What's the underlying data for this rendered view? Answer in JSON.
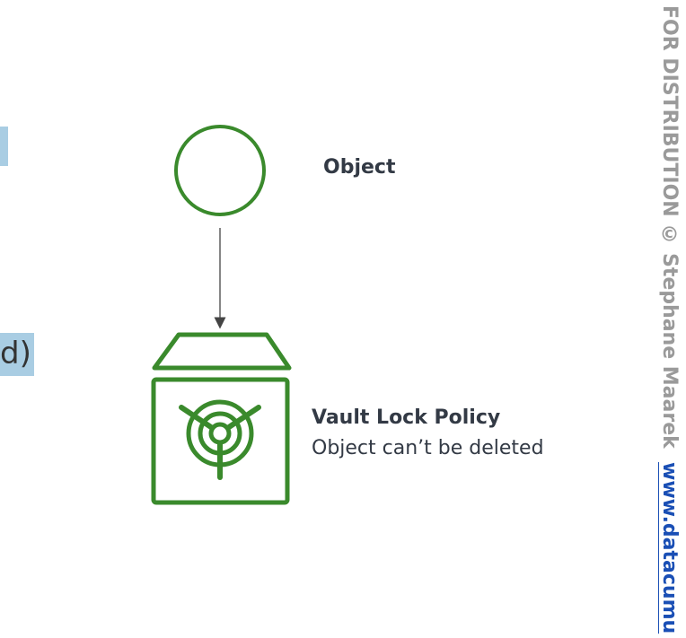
{
  "left_fragment": {
    "text": "d)"
  },
  "object": {
    "label": "Object"
  },
  "vault": {
    "title": "Vault Lock Policy",
    "subtitle": "Object can’t be deleted"
  },
  "watermark": {
    "text": "FOR DISTRIBUTION © Stephane Maarek",
    "link": "www.datacumu"
  },
  "colors": {
    "green": "#3a8a2c",
    "highlight": "#a9cde3",
    "link": "#1a4fb5",
    "watermark": "#9a9a9a"
  },
  "icons": {
    "object": "circle-object-icon",
    "vault": "vault-lock-icon"
  }
}
